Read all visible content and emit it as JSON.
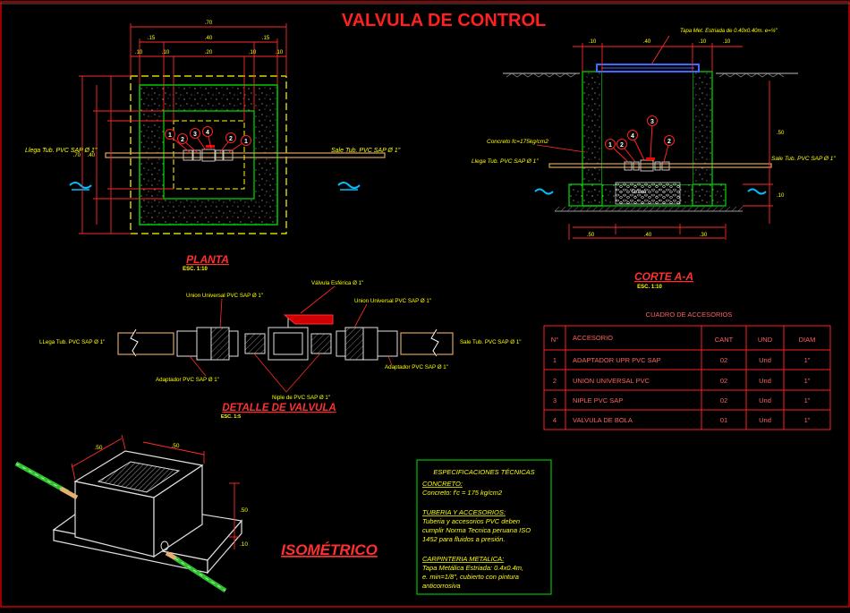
{
  "title": "VALVULA DE CONTROL",
  "colors": {
    "background": "#000000",
    "frame": "#ff0000",
    "structure": "#00c000",
    "pipe": "#d9a35a",
    "dims": "#ff2a2a",
    "labels": "#ffff00",
    "table_text": "#ff6060",
    "white": "#ffffff",
    "cyan": "#00ffff",
    "blue": "#3b6bff"
  },
  "planta": {
    "title": "PLANTA",
    "scale": "ESC. 1:10",
    "inlet": "Llega Tub. PVC SAP Ø 1\"",
    "outlet": "Sale Tub. PVC SAP Ø 1\"",
    "callouts": [
      "1",
      "2",
      "3",
      "4",
      "2",
      "1"
    ],
    "dim_top": ".70",
    "dim_mid": [
      ".15",
      ".40",
      ".15"
    ],
    "dim_low": [
      ".10",
      ".10",
      ".20",
      ".10",
      ".10"
    ]
  },
  "corte": {
    "title": "CORTE A-A",
    "scale": "ESC. 1:10",
    "tapa": "Tapa Met. Estriada de 0.40x0.40m. e=¼\"",
    "concreto": "Concreto fc=175kg/cm2",
    "inlet": "Llega Tub. PVC SAP Ø 1\"",
    "outlet": "Sale Tub. PVC SAP Ø 1\"",
    "gravel": "Grava",
    "callouts": [
      "1",
      "2",
      "4",
      "2",
      "3"
    ],
    "dims_top": [
      ".10",
      ".10",
      ".40",
      ".10"
    ],
    "dims_side": [
      ".50",
      ".10"
    ],
    "dims_bottom": [
      ".50",
      ".40",
      ".30"
    ]
  },
  "detalle": {
    "title": "DETALLE DE VALVULA",
    "scale": "ESC. 1:5",
    "union_left": "Union Universal PVC SAP Ø 1\"",
    "valve": "Válvula Esférica Ø 1\"",
    "union_right": "Union Universal PVC SAP Ø 1\"",
    "inlet": "LLega Tub. PVC SAP Ø 1\"",
    "outlet": "Sale Tub. PVC SAP Ø 1\"",
    "adapter_left": "Adaptador PVC SAP Ø 1\"",
    "niple": "Niple de PVC SAP Ø 1\"",
    "adapter_right": "Adaptador PVC SAP Ø 1\""
  },
  "cuadro": {
    "title": "CUADRO DE ACCESORIOS",
    "headers": [
      "N°",
      "ACCESORIO",
      "CANT",
      "UND",
      "DIAM"
    ],
    "rows": [
      [
        "1",
        "ADAPTADOR UPR PVC SAP",
        "02",
        "Und",
        "1\""
      ],
      [
        "2",
        "UNION UNIVERSAL PVC",
        "02",
        "Und",
        "1\""
      ],
      [
        "3",
        "NIPLE PVC SAP",
        "02",
        "Und",
        "1\""
      ],
      [
        "4",
        "VALVULA DE BOLA",
        "01",
        "Und",
        "1\""
      ]
    ]
  },
  "isometrico": {
    "title": "ISOMÉTRICO",
    "dim_a": ".50",
    "dim_b": ".50",
    "dim_h": ".50",
    "dim_base": ".10"
  },
  "specs": {
    "title": "ESPECIFICACIONES TÉCNICAS",
    "h1": "CONCRETO:",
    "t1": [
      "Concreto: f'c = 175 kg/cm2"
    ],
    "h2": "TUBERIA Y ACCESORIOS:",
    "t2": [
      "Tuberia y accesorios PVC deben",
      "cumplir Norma Tecnica peruana ISO",
      "1452 para fluidos a presión."
    ],
    "h3": "CARPINTERIA METALICA:",
    "t3": [
      "Tapa Metálica Estriada: 0.4x0.4m,",
      "e. min=1/8\", cubierto con pintura",
      "anticorrosiva"
    ]
  }
}
